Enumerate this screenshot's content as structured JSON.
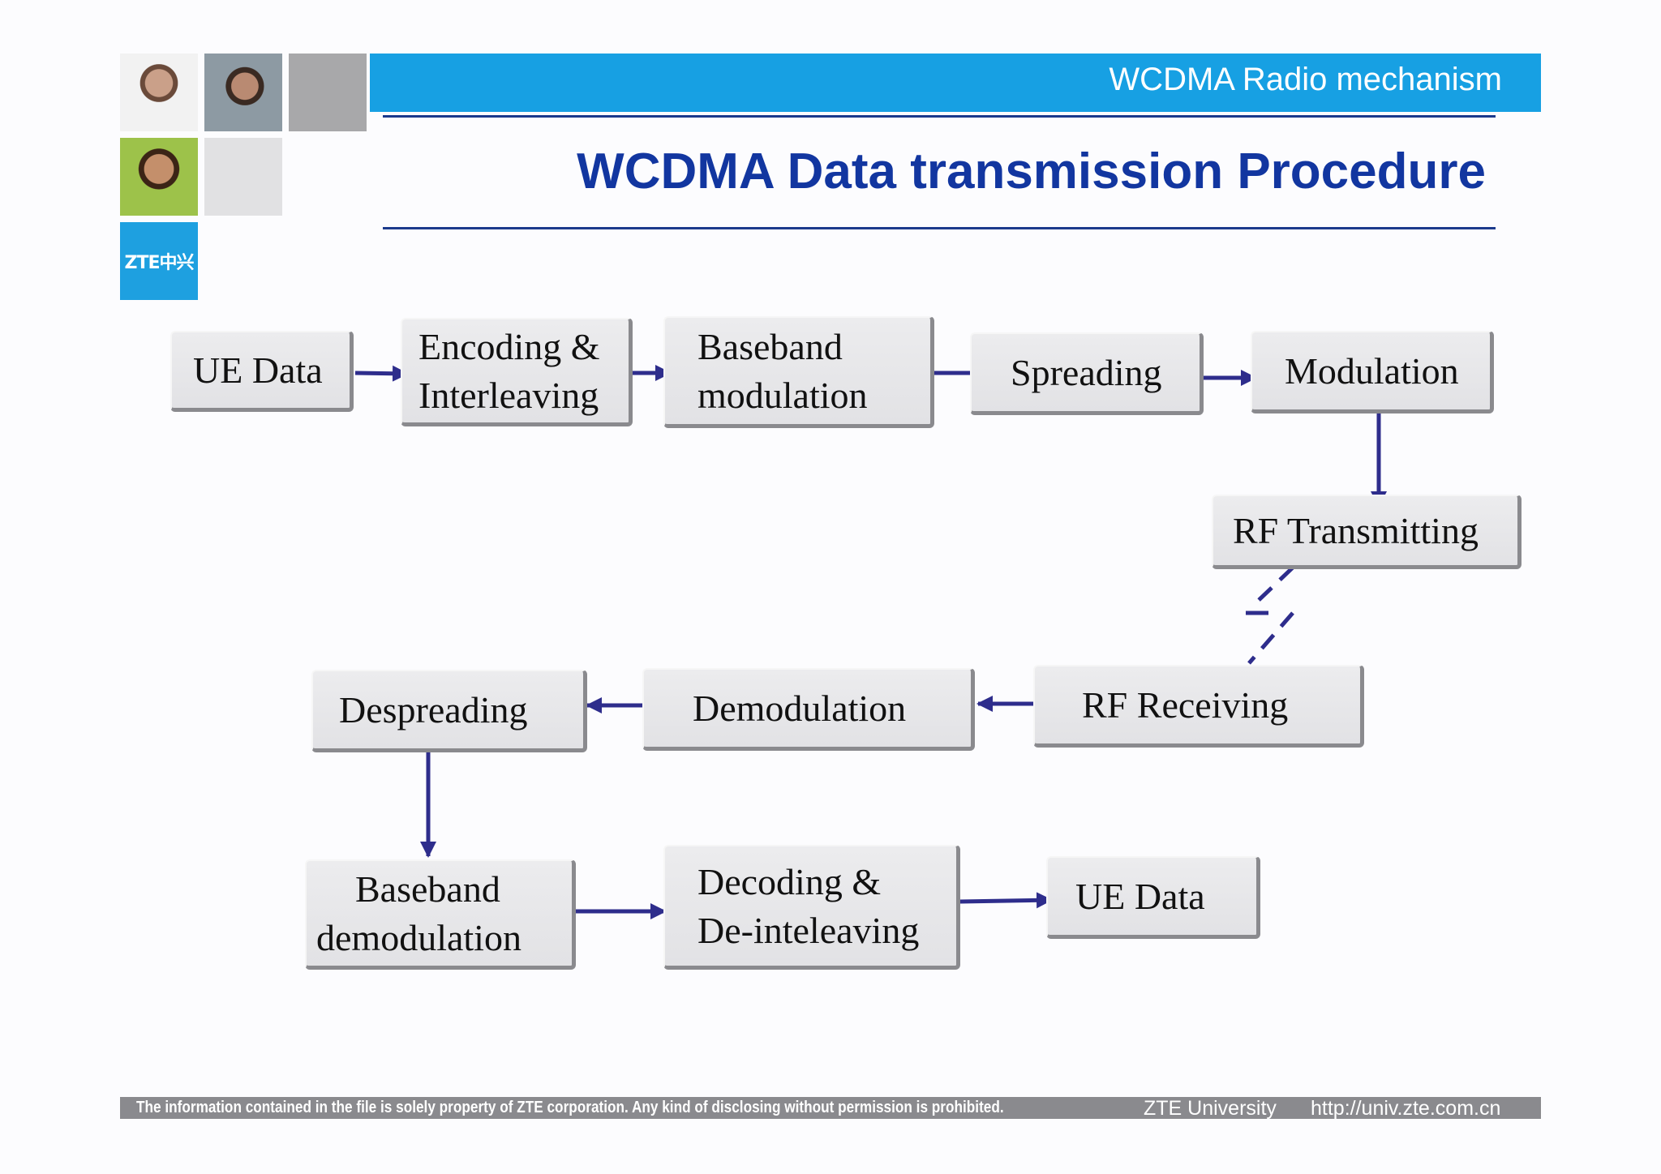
{
  "header": {
    "banner_title": "WCDMA Radio mechanism",
    "page_title": "WCDMA Data transmission Procedure",
    "logo_text": "ZTE中兴",
    "banner_color": "#17a0e3",
    "title_color": "#1236a0"
  },
  "flow": {
    "ue_data_tx": "UE Data",
    "encoding_line1": "Encoding &",
    "encoding_line2": "Interleaving",
    "baseband_mod_line1": "Baseband",
    "baseband_mod_line2": "modulation",
    "spreading": "Spreading",
    "modulation": "Modulation",
    "rf_transmitting": "RF Transmitting",
    "rf_receiving": "RF Receiving",
    "demodulation": "Demodulation",
    "despreading": "Despreading",
    "baseband_demod_line1": "Baseband",
    "baseband_demod_line2": "demodulation",
    "decoding_line1": "Decoding &",
    "decoding_line2": "De-inteleaving",
    "ue_data_rx": "UE Data",
    "arrow_color": "#2e2d8c"
  },
  "footer": {
    "notice": "The information contained in the file is solely property of ZTE corporation. Any kind of disclosing without permission is prohibited.",
    "university": "ZTE University",
    "url": "http://univ.zte.com.cn"
  }
}
